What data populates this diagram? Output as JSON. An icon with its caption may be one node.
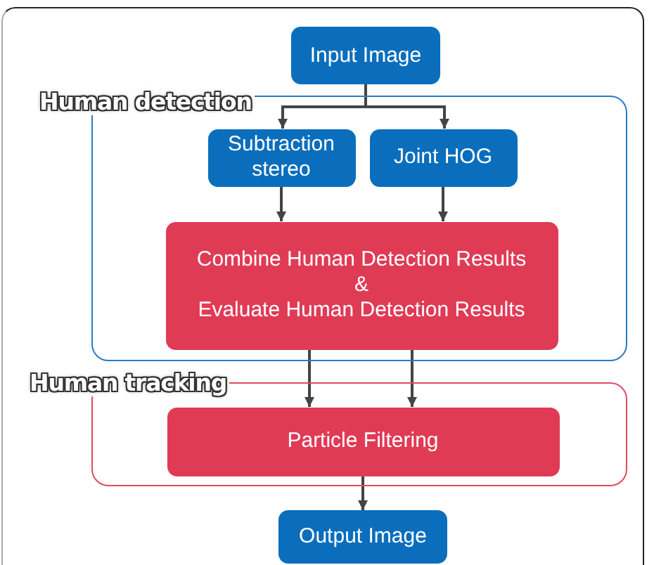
{
  "diagram": {
    "nodes": [
      {
        "text": [
          "Input Image"
        ]
      },
      {
        "text": [
          "Human detection"
        ]
      },
      {
        "text": [
          "Subtraction stereo"
        ],
        "in": 1
      },
      {
        "text": [
          "Joint HOG"
        ],
        "in": 1
      },
      {
        "text": [
          "Combine Human Detection Results",
          "&",
          "Evaluate Human Detection Results"
        ],
        "in": 1
      },
      {
        "text": [
          "Human tracking"
        ]
      },
      {
        "text": [
          "Particle Filtering"
        ],
        "in": 5
      },
      {
        "text": [
          "Output Image"
        ]
      }
    ],
    "edges": [
      {
        "from": 0,
        "to": 2,
        "arrow": "to"
      },
      {
        "from": 0,
        "to": 3,
        "arrow": "to"
      },
      {
        "from": 2,
        "to": 4,
        "arrow": "to"
      },
      {
        "from": 3,
        "to": 4,
        "arrow": "to"
      },
      {
        "from": 4,
        "to": 6,
        "arrow": "to"
      },
      {
        "from": 4,
        "to": 6,
        "arrow": "to"
      },
      {
        "from": 6,
        "to": 7,
        "arrow": "to"
      }
    ]
  }
}
